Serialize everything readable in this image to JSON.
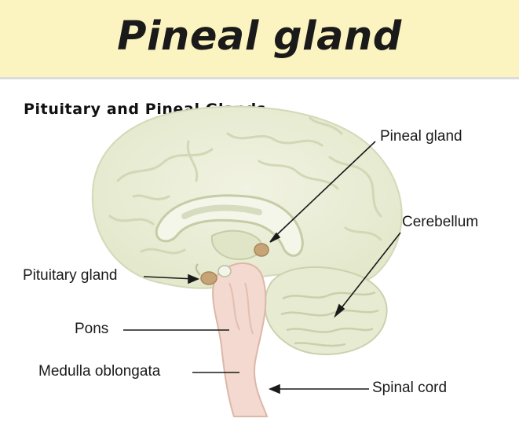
{
  "banner": {
    "title": "Pineal gland"
  },
  "diagram": {
    "title": "Pituitary and Pineal Glands",
    "labels": {
      "pineal": "Pineal gland",
      "cerebellum": "Cerebellum",
      "pituitary": "Pituitary gland",
      "pons": "Pons",
      "medulla": "Medulla oblongata",
      "spinal": "Spinal cord"
    },
    "colors": {
      "banner": "#fcf4c0",
      "brain": "#e9eed6",
      "brain_outline": "#cfd6b2",
      "brainstem": "#f3d9cf",
      "gland": "#c7a478",
      "leader": "#1a1a1a"
    }
  }
}
